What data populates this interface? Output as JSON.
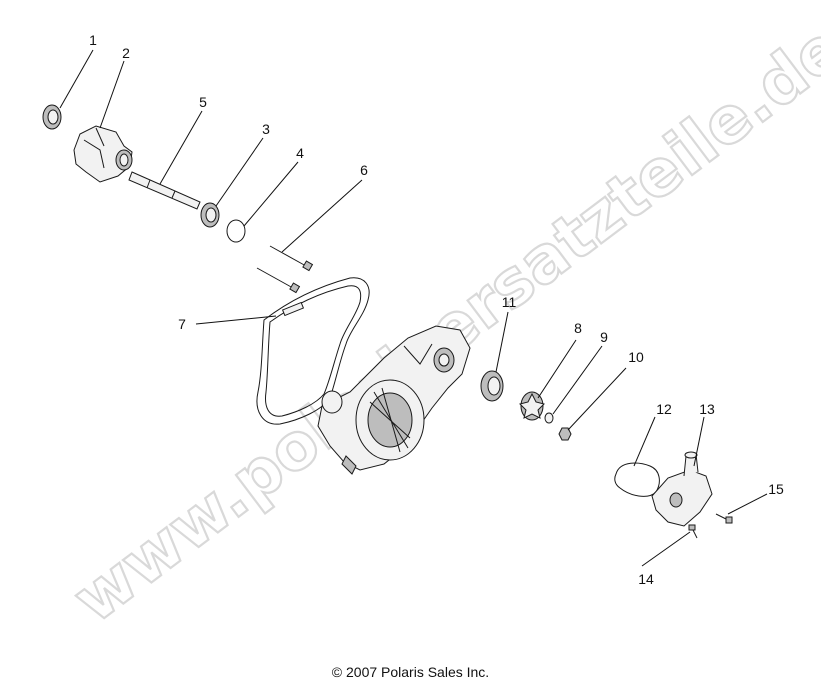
{
  "diagram": {
    "watermark": "www.polarisersatzteile.de",
    "callouts": [
      "1",
      "2",
      "3",
      "4",
      "5",
      "6",
      "7",
      "8",
      "9",
      "10",
      "11",
      "12",
      "13",
      "14",
      "15"
    ]
  },
  "footer": {
    "copyright": "© 2007 Polaris Sales Inc."
  }
}
